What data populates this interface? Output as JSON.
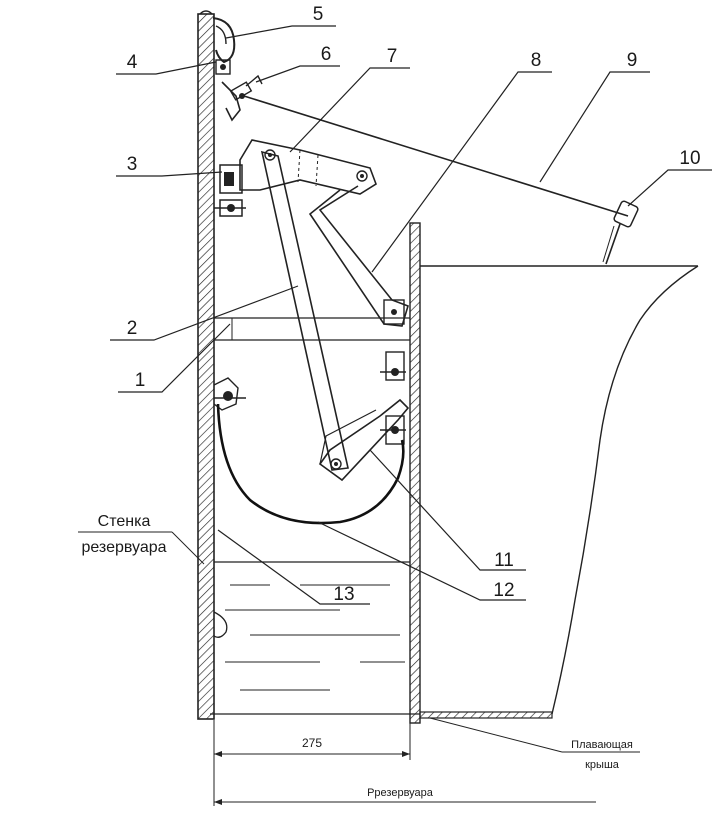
{
  "callouts": [
    {
      "n": "1"
    },
    {
      "n": "2"
    },
    {
      "n": "3"
    },
    {
      "n": "4"
    },
    {
      "n": "5"
    },
    {
      "n": "6"
    },
    {
      "n": "7"
    },
    {
      "n": "8"
    },
    {
      "n": "9"
    },
    {
      "n": "10"
    },
    {
      "n": "11"
    },
    {
      "n": "12"
    },
    {
      "n": "13"
    }
  ],
  "wall_label": {
    "line1": "Стенка",
    "line2": "резервуара"
  },
  "dimensions": {
    "width_275": "275",
    "bottom_label": "Ррезервуара"
  },
  "roof_label": {
    "line1": "Плавающая",
    "line2": "крыша"
  }
}
